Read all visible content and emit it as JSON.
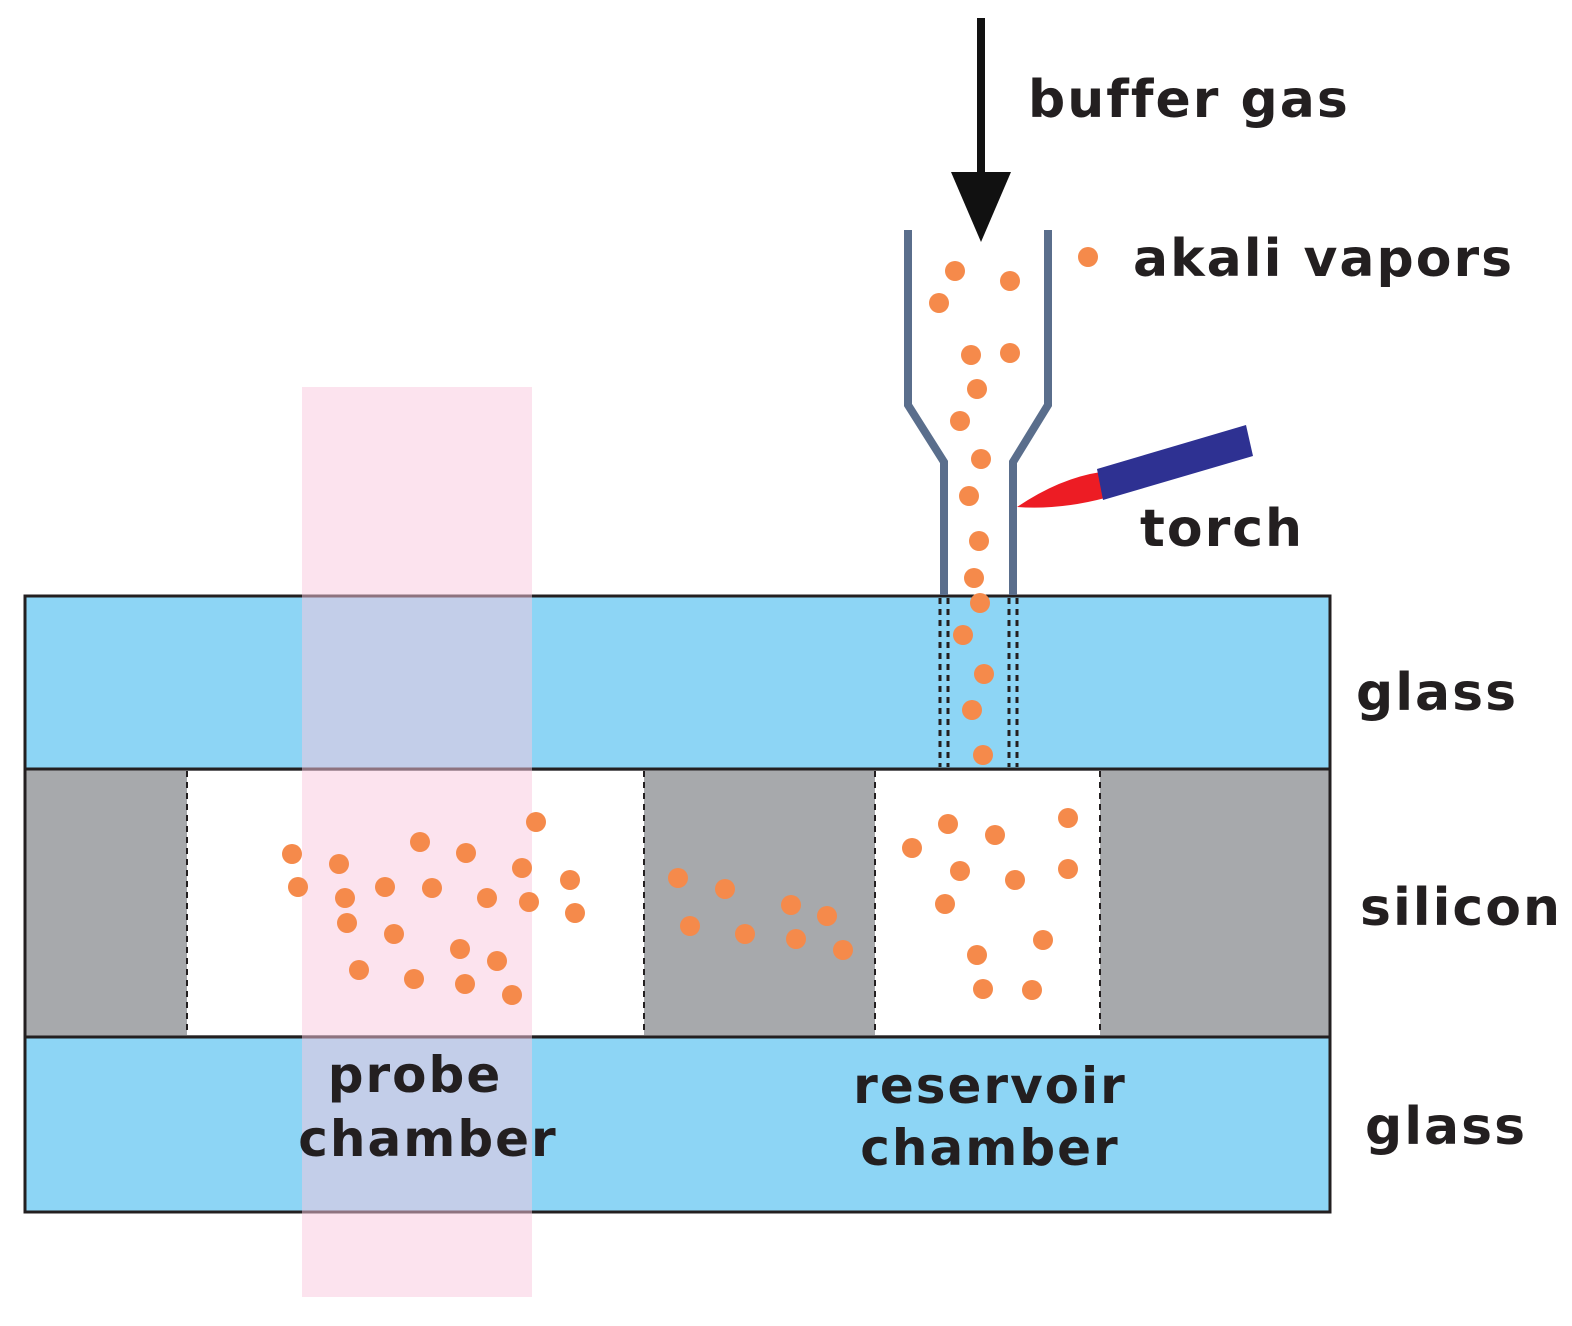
{
  "labels": {
    "buffer_gas": "buffer gas",
    "alkali_vapors": "akali vapors",
    "torch": "torch",
    "glass_top": "glass",
    "silicon": "silicon",
    "glass_bottom": "glass",
    "probe_chamber_line1": "probe",
    "probe_chamber_line2": "chamber",
    "reservoir_chamber_line1": "reservoir",
    "reservoir_chamber_line2": "chamber"
  },
  "colors": {
    "glass": "#8dd5f5",
    "silicon": "#a7a9ac",
    "chamber": "#ffffff",
    "probe_beam": "#f9c8dd",
    "vapor": "#f58a4b",
    "tube": "#5a6e8c",
    "torch_body": "#2e3192",
    "torch_flame": "#ed1c24",
    "arrow": "#111111",
    "outline": "#231f20"
  }
}
